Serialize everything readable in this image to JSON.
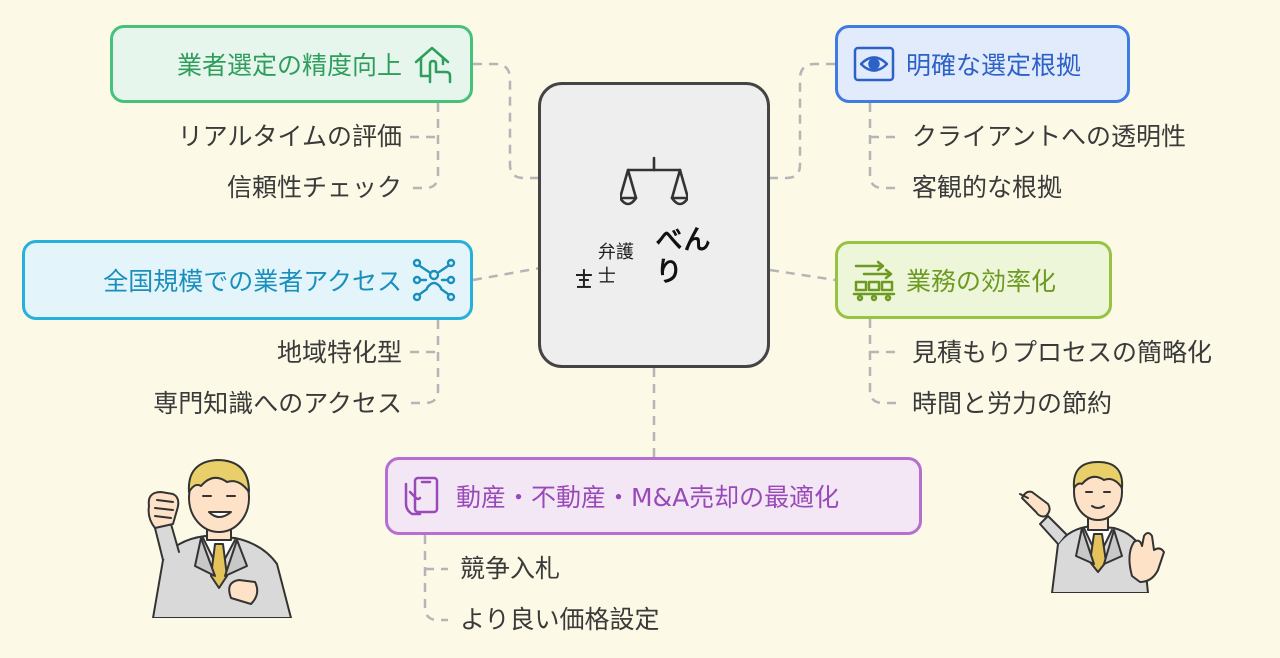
{
  "center": {
    "logo_small": "弁護士",
    "logo_big": "べんり",
    "icon": "balance-scale-icon"
  },
  "nodes": [
    {
      "id": "accuracy",
      "label": "業者選定の精度向上",
      "icon": "house-hand-icon",
      "color": "#47c07c",
      "subs": [
        "リアルタイムの評価",
        "信頼性チェック"
      ]
    },
    {
      "id": "nation",
      "label": "全国規模での業者アクセス",
      "icon": "network-people-icon",
      "color": "#28b0dc",
      "subs": [
        "地域特化型",
        "専門知識へのアクセス"
      ]
    },
    {
      "id": "basis",
      "label": "明確な選定根拠",
      "icon": "eye-icon",
      "color": "#3f7be0",
      "subs": [
        "クライアントへの透明性",
        "客観的な根拠"
      ]
    },
    {
      "id": "efficiency",
      "label": "業務の効率化",
      "icon": "conveyor-icon",
      "color": "#96c343",
      "subs": [
        "見積もりプロセスの簡略化",
        "時間と労力の節約"
      ]
    },
    {
      "id": "sale",
      "label": "動産・不動産・M&A売却の最適化",
      "icon": "hand-phone-icon",
      "color": "#b66ed0",
      "subs": [
        "競争入札",
        "より良い価格設定"
      ]
    }
  ],
  "illustrations": [
    "businessman-fist-illustration",
    "businessman-pointing-illustration"
  ]
}
